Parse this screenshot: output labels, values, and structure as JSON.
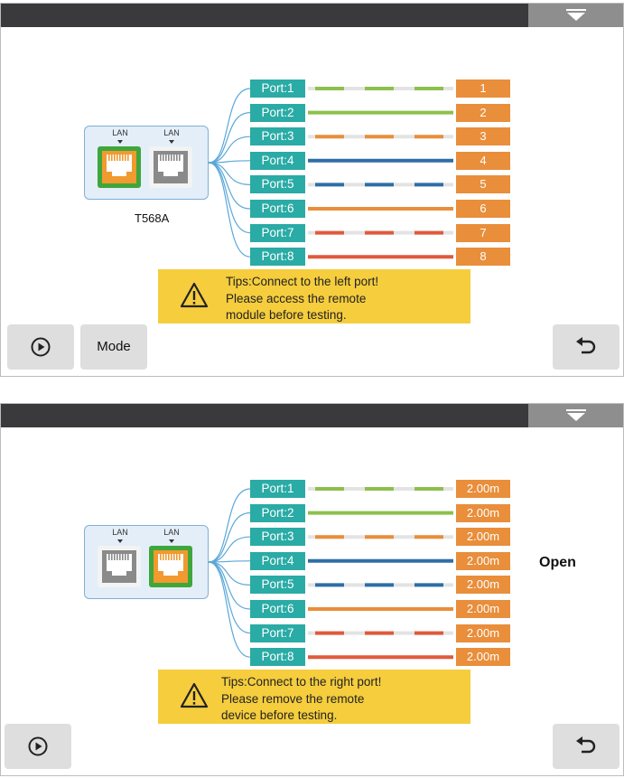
{
  "colors": {
    "port_teal": "#2aaba5",
    "result_orange": "#e98e3b",
    "tips_yellow": "#f5cd3d",
    "jack_green": "#3fa63c",
    "jack_orange": "#f09a2f",
    "jack_gray": "#8a8a8a",
    "wire_green": "#8cc04b",
    "wire_orange": "#e98e3b",
    "wire_blue": "#2e6ea6",
    "wire_red": "#e05a3c"
  },
  "wire_pairs": [
    {
      "color": "#8cc04b",
      "striped": true
    },
    {
      "color": "#8cc04b",
      "striped": false
    },
    {
      "color": "#e98e3b",
      "striped": true
    },
    {
      "color": "#2e6ea6",
      "striped": false
    },
    {
      "color": "#2e6ea6",
      "striped": true
    },
    {
      "color": "#e98e3b",
      "striped": false
    },
    {
      "color": "#e05a3c",
      "striped": true
    },
    {
      "color": "#e05a3c",
      "striped": false
    }
  ],
  "screen1": {
    "lan_ports": [
      {
        "label": "LAN",
        "state": "active",
        "icon": "ethernet-port-icon"
      },
      {
        "label": "LAN",
        "state": "inactive",
        "icon": "ethernet-port-icon"
      }
    ],
    "standard": "T568A",
    "ports": [
      "Port:1",
      "Port:2",
      "Port:3",
      "Port:4",
      "Port:5",
      "Port:6",
      "Port:7",
      "Port:8"
    ],
    "results": [
      "1",
      "2",
      "3",
      "4",
      "5",
      "6",
      "7",
      "8"
    ],
    "tips": [
      "Tips:Connect to the left port!",
      "Please access the remote",
      "module before testing."
    ],
    "mode_label": "Mode",
    "icons": {
      "menu": "chevron-down-icon",
      "play": "play-icon",
      "back": "back-arrow-icon",
      "warning": "warning-icon"
    }
  },
  "screen2": {
    "lan_ports": [
      {
        "label": "LAN",
        "state": "inactive",
        "icon": "ethernet-port-icon"
      },
      {
        "label": "LAN",
        "state": "active",
        "icon": "ethernet-port-icon"
      }
    ],
    "ports": [
      "Port:1",
      "Port:2",
      "Port:3",
      "Port:4",
      "Port:5",
      "Port:6",
      "Port:7",
      "Port:8"
    ],
    "results": [
      "2.00m",
      "2.00m",
      "2.00m",
      "2.00m",
      "2.00m",
      "2.00m",
      "2.00m",
      "2.00m"
    ],
    "status": "Open",
    "tips": [
      "Tips:Connect to the right port!",
      "Please remove the remote",
      "device before testing."
    ],
    "icons": {
      "menu": "chevron-down-icon",
      "play": "play-icon",
      "back": "back-arrow-icon",
      "warning": "warning-icon"
    }
  }
}
